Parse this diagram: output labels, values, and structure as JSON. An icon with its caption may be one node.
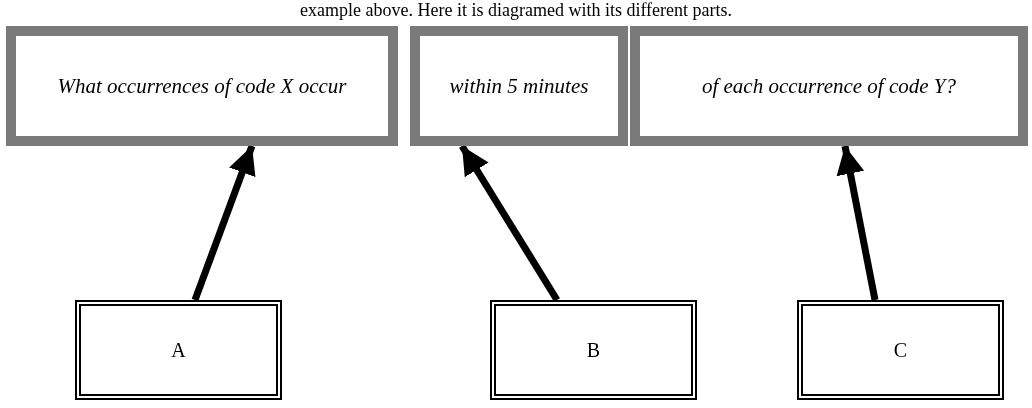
{
  "diagram": {
    "nodes": [
      {
        "text": [
          "What occurrences of code X occur"
        ]
      },
      {
        "text": [
          "within 5 minutes"
        ]
      },
      {
        "text": [
          "of each occurrence of code Y?"
        ]
      },
      {
        "text": [
          "A"
        ]
      },
      {
        "text": [
          "B"
        ]
      },
      {
        "text": [
          "C"
        ]
      }
    ],
    "edges": [
      {
        "from": 3,
        "to": 0,
        "arrow": "to"
      },
      {
        "from": 4,
        "to": 1,
        "arrow": "to"
      },
      {
        "from": 5,
        "to": 2,
        "arrow": "to"
      }
    ],
    "labels": [
      "example above. Here it is diagramed with its different parts."
    ]
  }
}
